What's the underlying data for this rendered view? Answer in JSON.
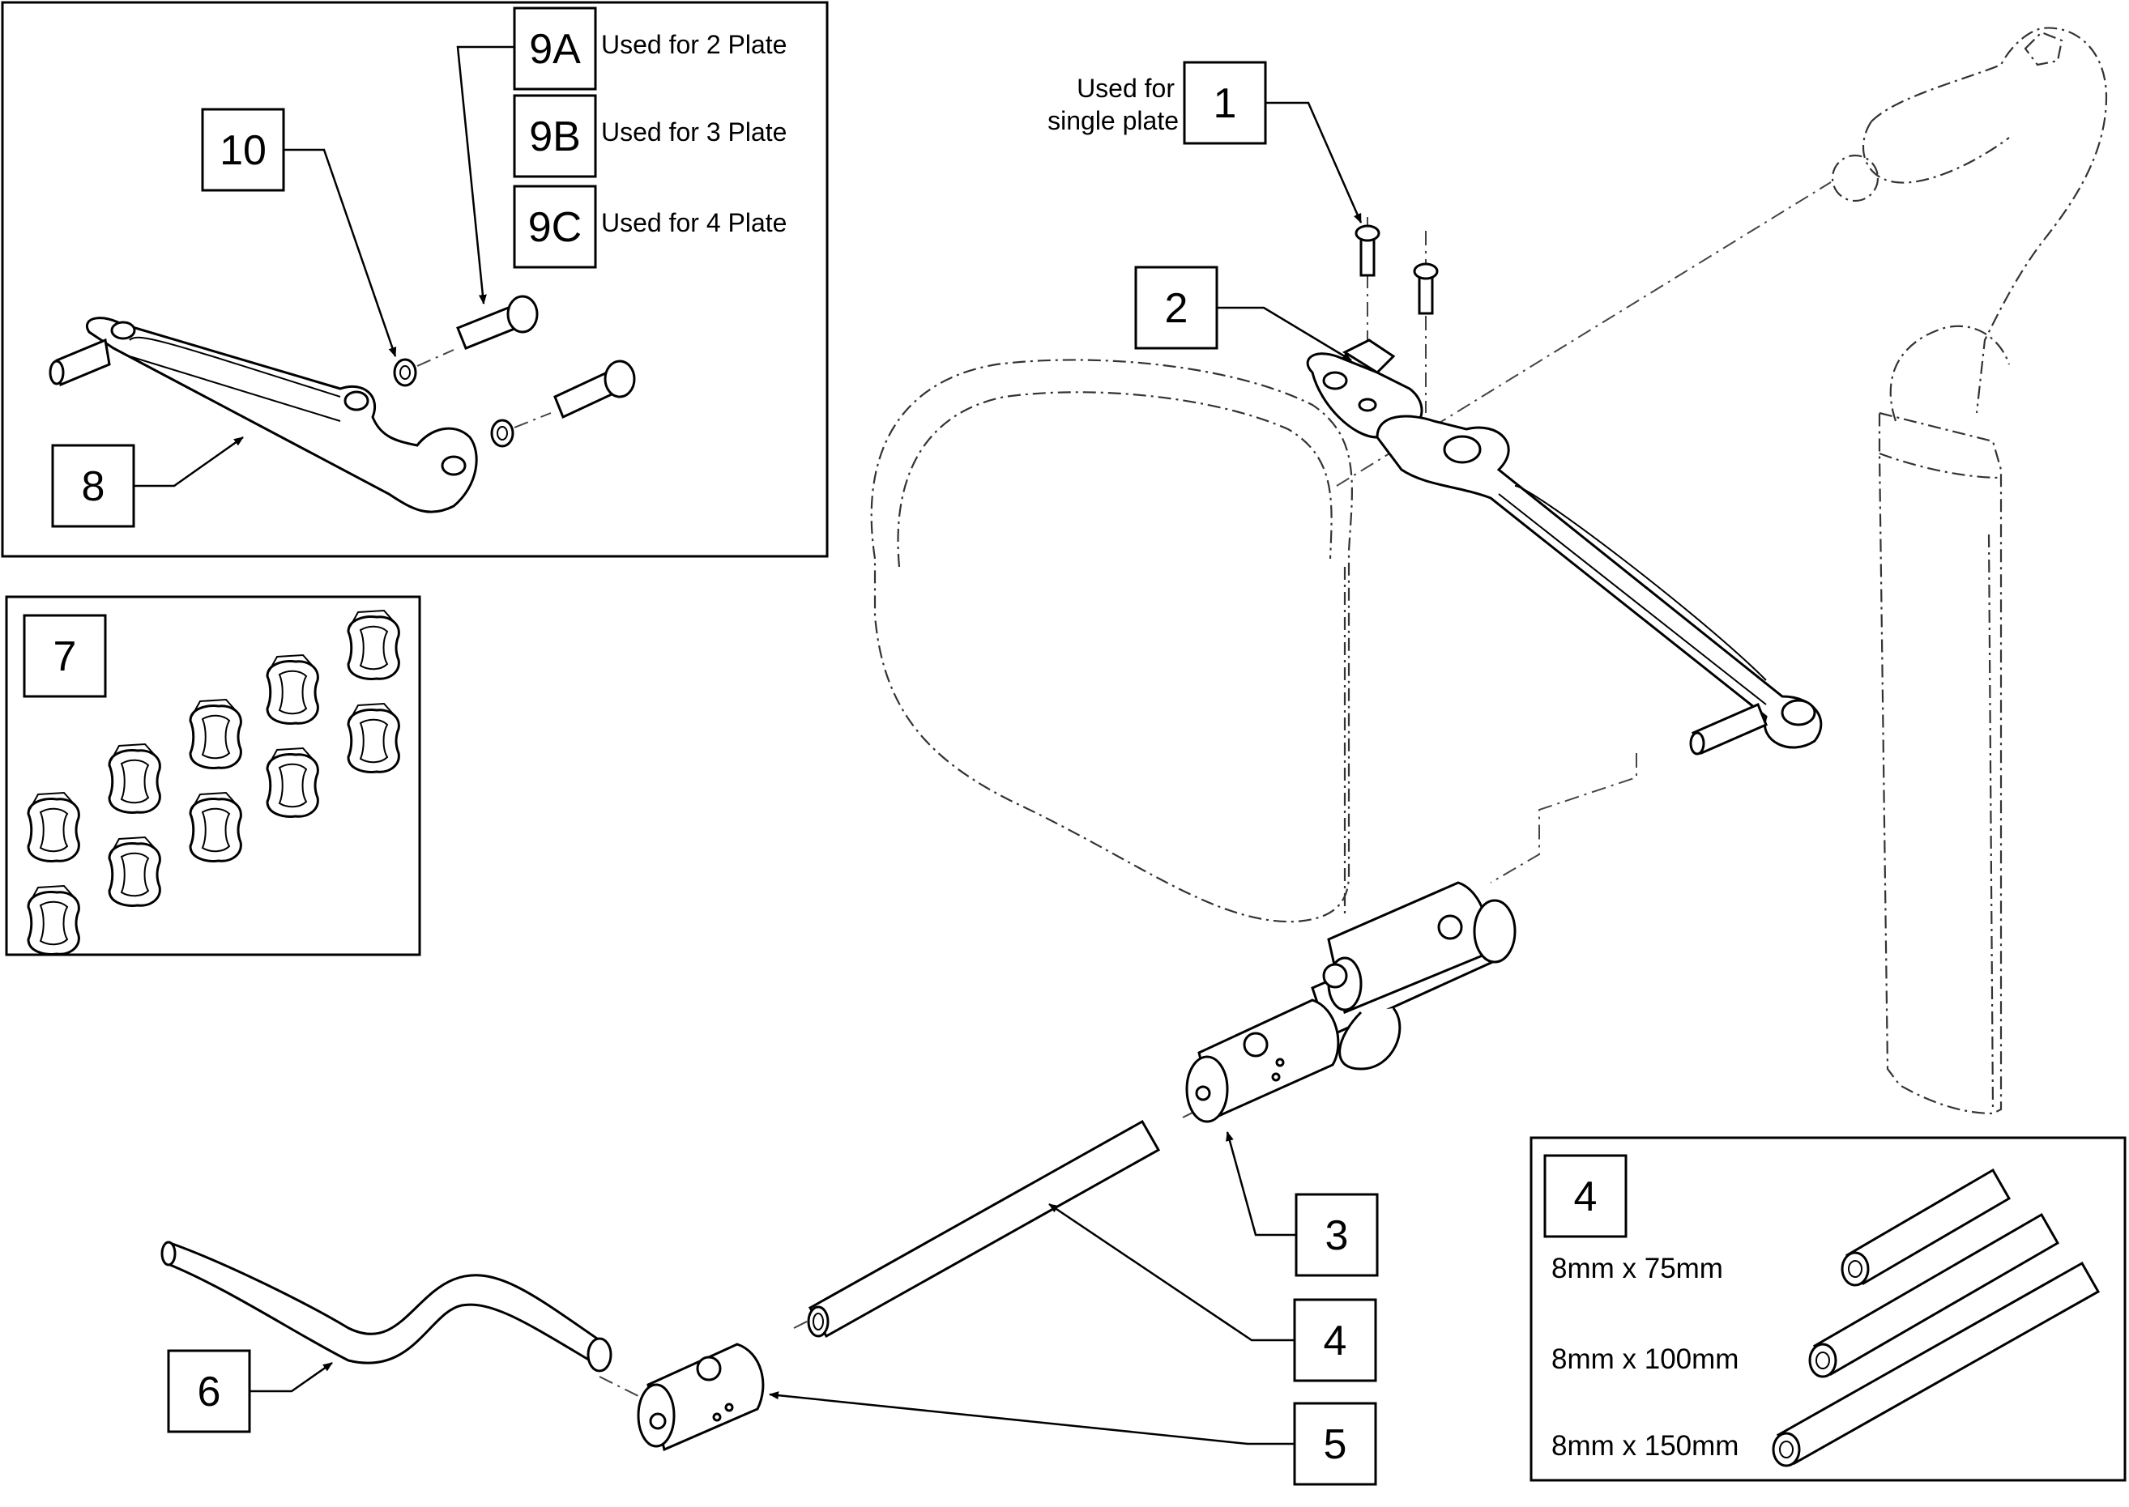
{
  "callouts": {
    "c1": "1",
    "c2": "2",
    "c3": "3",
    "c4": "4",
    "c5": "5",
    "c6": "6",
    "c7": "7",
    "c8": "8",
    "c9a": "9A",
    "c9b": "9B",
    "c9c": "9C",
    "c10": "10",
    "c4_inset": "4"
  },
  "notes": {
    "single_plate_line1": "Used for",
    "single_plate_line2": "single plate",
    "plate2": "Used for 2 Plate",
    "plate3": "Used for 3 Plate",
    "plate4": "Used for 4 Plate"
  },
  "rod_sizes": [
    "8mm x 75mm",
    "8mm x 100mm",
    "8mm x 150mm"
  ]
}
